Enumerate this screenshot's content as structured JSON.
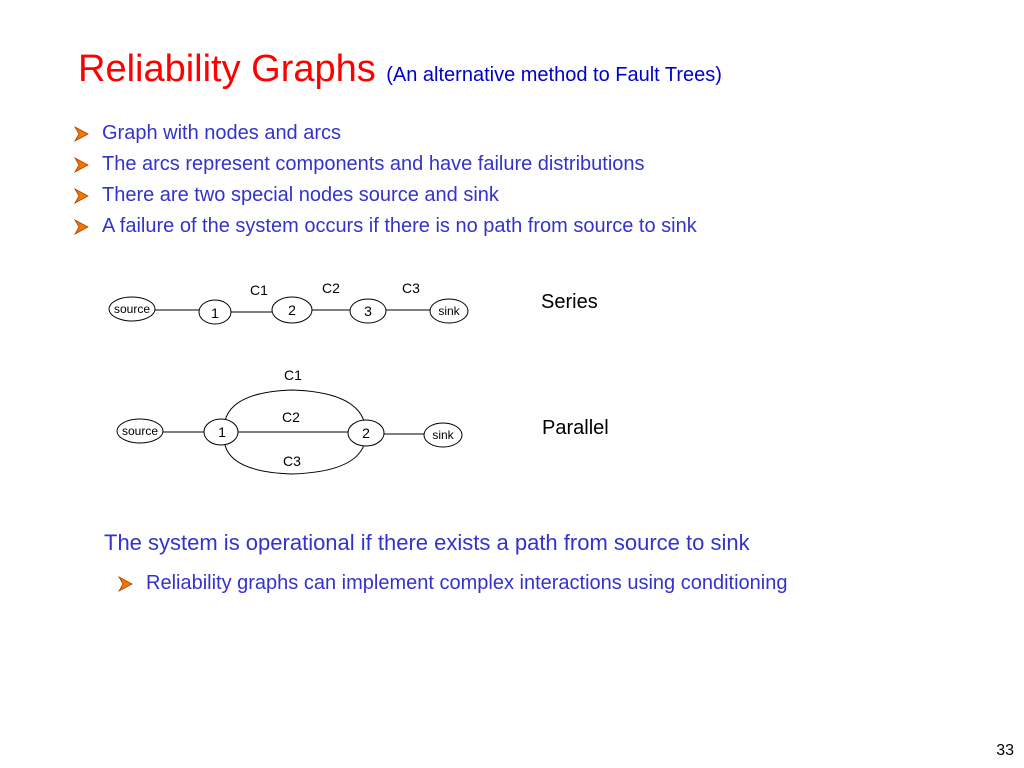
{
  "slide": {
    "title": "Reliability Graphs",
    "subtitle": "(An alternative method to Fault Trees)",
    "bullets": [
      "Graph with nodes and arcs",
      "The arcs represent components and have failure distributions",
      "There are two special nodes source and sink",
      "A failure of the system occurs if there is no path from source to sink"
    ],
    "series_diagram": {
      "label": "Series",
      "nodes": [
        "source",
        "1",
        "2",
        "3",
        "sink"
      ],
      "arcs": [
        "C1",
        "C2",
        "C3"
      ]
    },
    "parallel_diagram": {
      "label": "Parallel",
      "nodes": [
        "source",
        "1",
        "2",
        "sink"
      ],
      "arcs": [
        "C1",
        "C2",
        "C3"
      ]
    },
    "statement": "The system is operational if there exists a path from source to sink",
    "sub_bullet": "Reliability graphs can implement complex interactions using conditioning",
    "page_number": "33"
  },
  "colors": {
    "title": "#ff0000",
    "body_text": "#3333cc",
    "arrow": "#f07800"
  }
}
